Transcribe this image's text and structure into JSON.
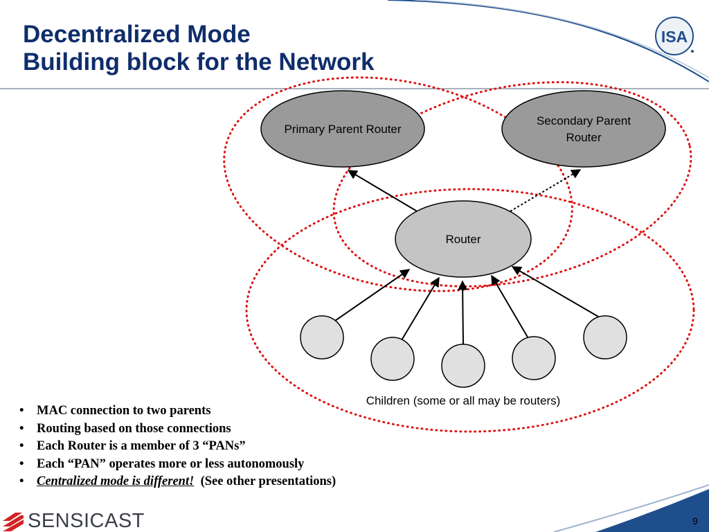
{
  "slide": {
    "title_line1": "Decentralized Mode",
    "title_line2": "Building block for the Network",
    "page_number": "9",
    "isa_logo_text": "ISA",
    "brand_text": "SENSICAST"
  },
  "diagram": {
    "primary_parent_label": "Primary Parent Router",
    "secondary_parent_label_line1": "Secondary Parent",
    "secondary_parent_label_line2": "Router",
    "router_label": "Router",
    "children_caption": "Children (some or all may be routers)"
  },
  "bullets": {
    "b1": "MAC connection to two parents",
    "b2": "Routing based on those connections",
    "b3": "Each Router is a member of 3 “PANs”",
    "b4": "Each “PAN” operates more or less autonomously",
    "b5_emphasis": "Centralized mode is different!",
    "b5_rest": "(See other presentations)",
    "marker": "•"
  },
  "colors": {
    "title": "#0f2d6b",
    "parent_node_fill": "#9a9a9a",
    "router_node_fill": "#c4c4c4",
    "child_node_fill": "#e0e0e0",
    "pan_outline": "#dd1111"
  }
}
